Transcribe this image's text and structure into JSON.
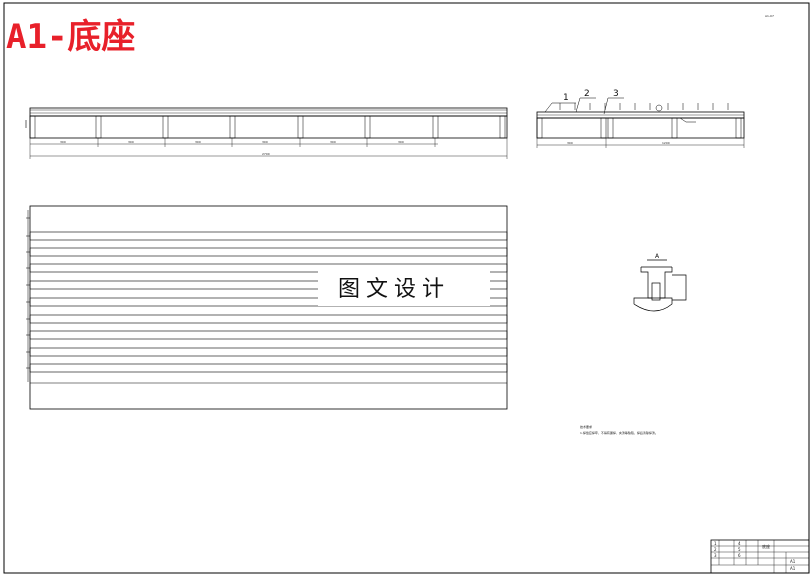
{
  "drawing": {
    "title": "A1-底座",
    "watermark": "图文设计",
    "sheet_code": "A1-07"
  },
  "front_view": {
    "dims": [
      "300",
      "300",
      "300",
      "300",
      "300",
      "300"
    ],
    "overall_dim": "2700"
  },
  "side_view": {
    "callouts": [
      "1",
      "2",
      "3"
    ],
    "dims": [
      "300",
      "1200"
    ]
  },
  "section_view": {
    "label": "A"
  },
  "notes": {
    "heading": "技术要求",
    "line1": "1.焊缝应焊牢，不得有漏焊、夹渣等缺陷，焊后清除焊渣。"
  },
  "title_block": {
    "cells": [
      "1",
      "2",
      "3",
      "4",
      "5",
      "6",
      "底座",
      "A1"
    ],
    "drawing_no": "A1"
  }
}
